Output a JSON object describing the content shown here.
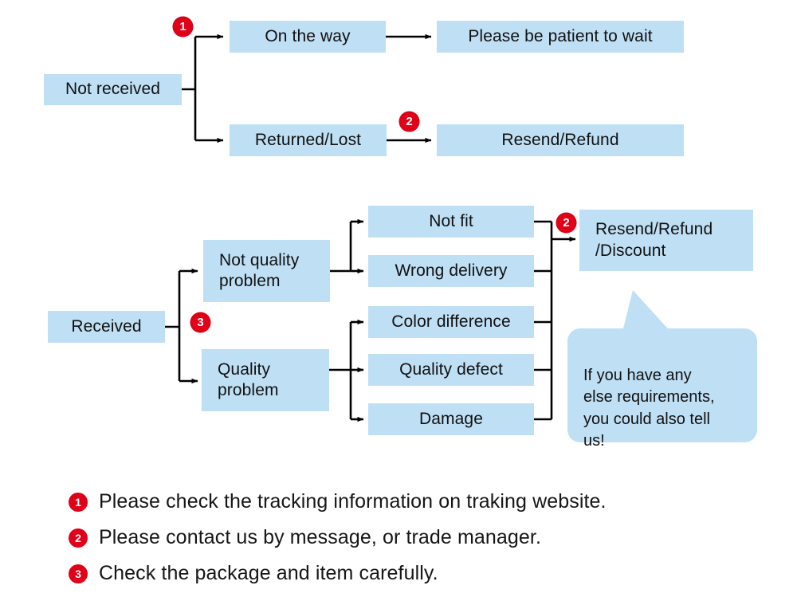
{
  "colors": {
    "box_fill": "#bfdff4",
    "badge_red": "#e00017",
    "text": "#111111",
    "line": "#000000",
    "background": "#ffffff"
  },
  "flow": {
    "not_received_branch": {
      "root_label": "Not received",
      "badge": "1",
      "paths": [
        {
          "step_label": "On the way",
          "result_label": "Please be patient to wait"
        },
        {
          "step_label": "Returned/Lost",
          "result_label": "Resend/Refund",
          "badge": "2"
        }
      ]
    },
    "received_branch": {
      "root_label": "Received",
      "badge": "3",
      "categories": [
        {
          "category_label": "Not quality\nproblem",
          "reasons": [
            "Not fit",
            "Wrong delivery"
          ]
        },
        {
          "category_label": "Quality\nproblem",
          "reasons": [
            "Color difference",
            "Quality defect",
            "Damage"
          ]
        }
      ],
      "outcome_label": "Resend/Refund\n/Discount",
      "outcome_badge": "2"
    },
    "callout": {
      "text": "If you have any\nelse requirements,\nyou could also tell\nus!"
    }
  },
  "legend": {
    "items": [
      {
        "number": "1",
        "text": "Please check the tracking information on traking website."
      },
      {
        "number": "2",
        "text": "Please contact us by message, or trade manager."
      },
      {
        "number": "3",
        "text": "Check the package and item carefully."
      }
    ]
  }
}
